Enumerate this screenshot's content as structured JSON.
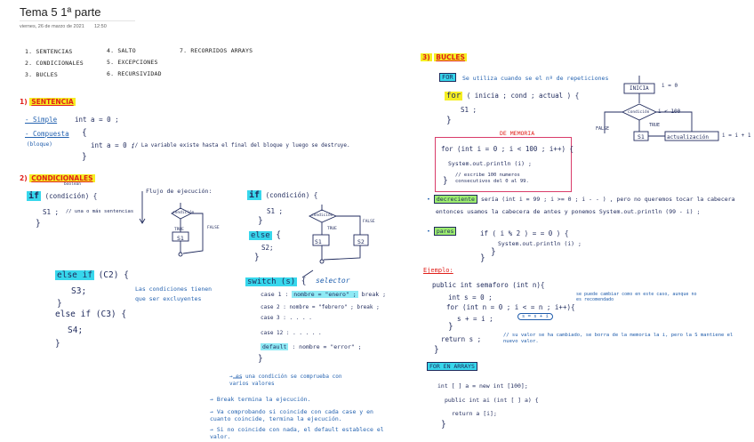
{
  "page": {
    "title": "Tema 5 1ª parte",
    "date": "viernes, 26 de marzo de 2021",
    "time": "12:50"
  },
  "menu": [
    "1. SENTENCIAS",
    "2. CONDICIONALES",
    "3. BUCLES",
    "4. SALTO",
    "5. EXCEPCIONES",
    "6. RECURSIVIDAD",
    "7. RECORRIDOS ARRAYS"
  ],
  "sentencia": {
    "heading_num": "1)",
    "heading": "SENTENCIA",
    "simple": "- Simple",
    "simple_code": "int a = 0 ;",
    "compuesta": "- Compuesta",
    "bloque": "(bloque)",
    "open_brace": "{",
    "close_brace": "}",
    "compuesta_code": "int a = 0 ;",
    "note": "// La variable existe hasta el final del bloque y luego se destruye."
  },
  "condicionales": {
    "heading_num": "2)",
    "heading": "CONDICIONALES",
    "boolean_label": "boolean",
    "if_kw": "if",
    "if_rest": "(condición) {",
    "s1_line": "S1 ;",
    "s1_note": "// una o más sentencias",
    "close_brace": "}",
    "flujo_title": "Flujo de ejecución:",
    "flow1": {
      "cond": "condición",
      "true": "TRUE",
      "s1": "S1",
      "false": "FALSE"
    },
    "if2_kw": "if",
    "if2_rest": "(condición) {",
    "if2_s1": "S1 ;",
    "if2_close": "}",
    "else_kw": "else",
    "else_open": "{",
    "if2_s2": "S2;",
    "else_close": "}",
    "flow2": {
      "cond": "condición",
      "true": "TRUE",
      "false": "FALSE",
      "s1": "S1",
      "s2": "S2"
    },
    "elseif_kw": "else if",
    "elseif_rest": "(C2) {",
    "s3": "S3;",
    "close1": "}",
    "elseif2": "else if (C3) {",
    "s4": "S4;",
    "close2": "}",
    "excl_note_1": "Las condiciones tienen",
    "excl_note_2": "que ser excluyentes",
    "switch_kw": "switch (s)",
    "switch_open": "{",
    "selector": "selector",
    "cases": [
      {
        "label": "case 1 :",
        "body": "nombre = \"enero\" ;",
        "brk": "break ;"
      },
      {
        "label": "case 2 :",
        "body": "nombre = \"febrero\" ;",
        "brk": "break ;"
      },
      {
        "label": "case 3 :",
        "body": ". . . .",
        "brk": ""
      },
      {
        "label": "case 12 :",
        "body": ". . . . .",
        "brk": ""
      }
    ],
    "default_label": "default",
    "default_body": ": nombre = \"error\" ;",
    "switch_close": "}",
    "switch_notes": [
      "→ es una condición se comprueba con varios valores",
      "→ Break termina la ejecución.",
      "→ Va comprobando si coincide con cada case y en cuanto coincide, termina la ejecución.",
      "→ Si no coincide con nada, el default establece el valor."
    ]
  },
  "bucles": {
    "heading_num": "3)",
    "heading": "BUCLES",
    "for_label": "FOR",
    "for_desc": "Se utiliza cuando se el nº de repeticiones",
    "for_kw": "for",
    "for_rest": "( inicia ; cond ; actual ) {",
    "for_body": "S1 ;",
    "for_close": "}",
    "flow": {
      "inicia": "INICIA",
      "i0": "i = 0",
      "cond": "condición",
      "i100": "i < 100",
      "true": "TRUE",
      "false": "FALSE",
      "s1": "S1",
      "actual": "actualización",
      "inc": "i = i + 1"
    },
    "memoria_title": "DE MEMORIA",
    "memoria_line1": "for (int i = 0 ; i < 100 ; i++) {",
    "memoria_line2": "System.out.println (i) ;",
    "memoria_note": "// escribe 100 numeros consecutivos del 0 al 99.",
    "memoria_close": "}",
    "decreciente_label": "decreciente",
    "decreciente_text": "sería  (int i = 99 ;  i >= 0 ;  i - - ) ,  pero no queremos tocar la cabecera",
    "decreciente_text2": "entonces  usamos la cabecera de antes y ponemos  System.out.println (99 - i) ;",
    "pares_label": "pares",
    "pares_if": "if   ( i % 2 ) = = 0 ) {",
    "pares_body": "System.out.println (i) ;",
    "pares_close": "}",
    "pares_close2": "}",
    "ejemplo_label": "Ejemplo:",
    "ejemplo_code": [
      "public int semaforo (int n){",
      "int s = 0 ;",
      "for (int n = 0 ; i < = n ; i++){",
      "s + = i ;",
      "}",
      "return   s ;"
    ],
    "ejemplo_note1": "se puede cambiar como en este caso, aunque no es recomendado",
    "ejemplo_box": "s = s + i",
    "ejemplo_note2": "// su valor se ha cambiado, se borra de la memoria la i, pero la S mantiene el nuevo valor.",
    "ejemplo_close": "}",
    "arrays_label": "FOR EN ARRAYS",
    "arrays_code": [
      "int [ ] a = new int [100];",
      "public int ai (int [ ] a) {",
      "return   a [i];",
      "}"
    ]
  }
}
